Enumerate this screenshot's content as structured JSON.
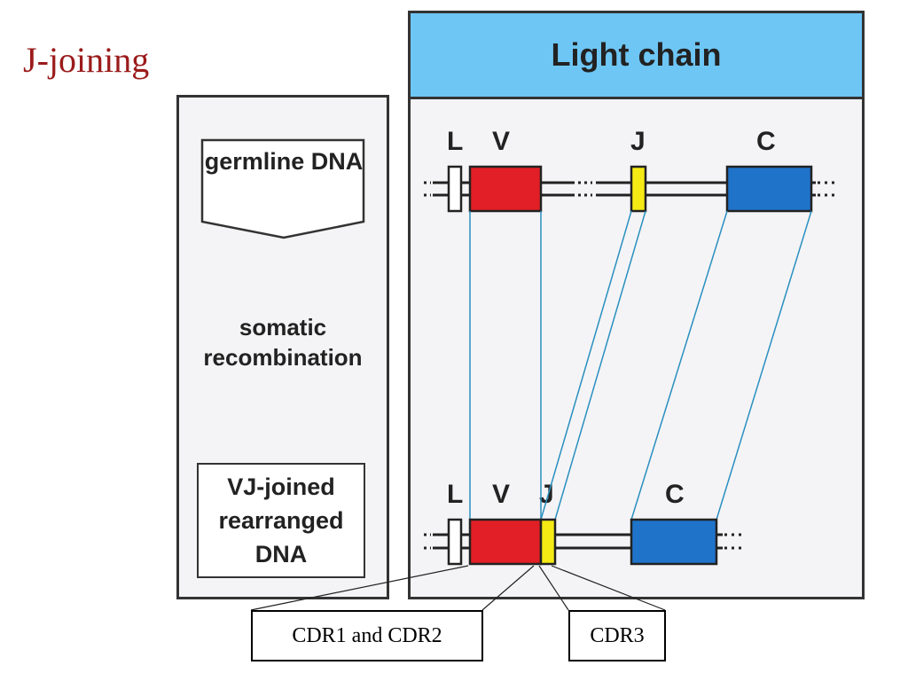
{
  "slide": {
    "title": "J-joining"
  },
  "left_panel": {
    "germline_label": "germline DNA",
    "process_label": "somatic recombination",
    "rearranged_label": "VJ-joined rearranged DNA"
  },
  "right_panel": {
    "header": "Light chain",
    "germline_genes": [
      "L",
      "V",
      "J",
      "C"
    ],
    "rearranged_genes": [
      "L",
      "V",
      "J",
      "C"
    ]
  },
  "callouts": {
    "cdr12": "CDR1 and CDR2",
    "cdr3": "CDR3"
  },
  "colors": {
    "title": "#9b1b1b",
    "header_bg": "#6ec6f5",
    "v_segment": "#e21f26",
    "j_segment": "#f5ea14",
    "c_segment": "#1f73c9",
    "l_segment": "#ffffff",
    "connector": "#2a8fbf"
  }
}
